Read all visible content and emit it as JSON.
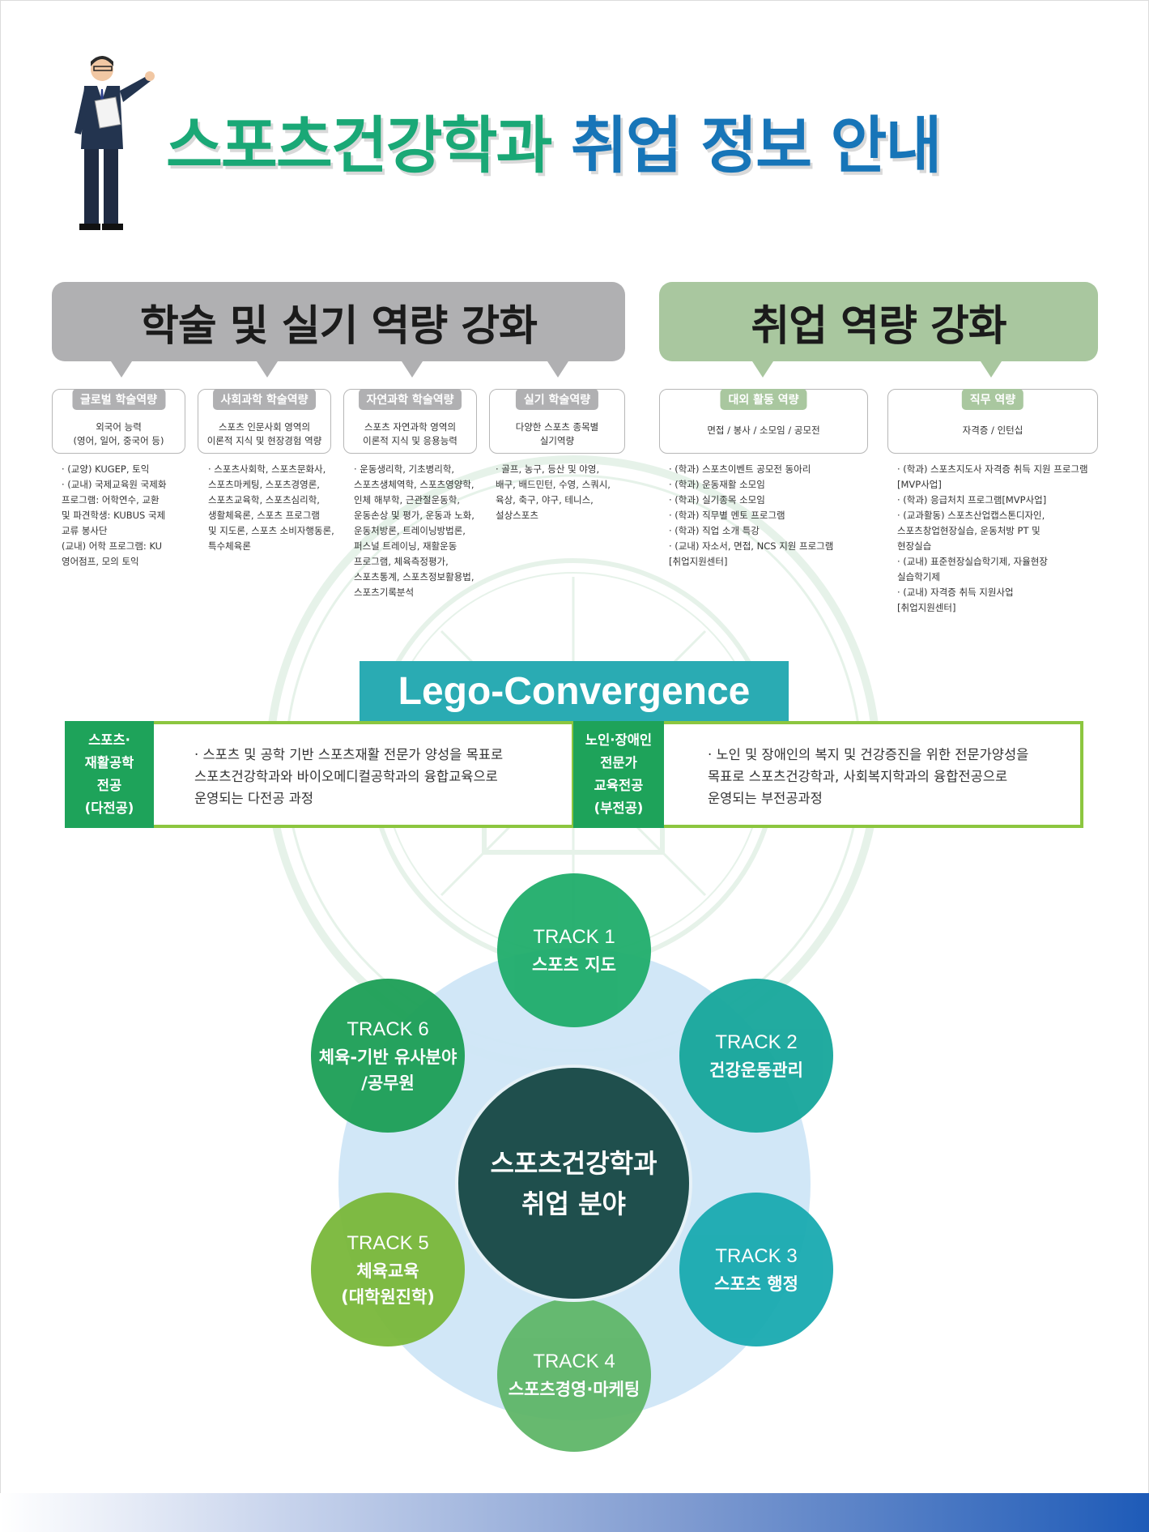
{
  "title": {
    "part1": "스포츠건강학과",
    "part2": "취업 정보 안내"
  },
  "colors": {
    "green": "#1aa876",
    "blue": "#1775b8",
    "gray_banner": "#b0b0b2",
    "green_banner": "#a9c79f",
    "lego_teal": "#2aabb3",
    "lego_green": "#1ea35a"
  },
  "banners": {
    "academic": "학술 및 실기 역량 강화",
    "employment": "취업 역량 강화"
  },
  "cards": [
    {
      "tag": "글로벌 학술역량",
      "desc": "외국어 능력\n(영어, 일어, 중국어 등)"
    },
    {
      "tag": "사회과학 학술역량",
      "desc": "스포츠 인문사회 영역의\n이론적 지식 및 현장경험 역량"
    },
    {
      "tag": "자연과학 학술역량",
      "desc": "스포츠 자연과학 영역의\n이론적 지식 및 응용능력"
    },
    {
      "tag": "실기 학술역량",
      "desc": "다양한 스포츠 종목별\n실기역량"
    },
    {
      "tag": "대외 활동 역량",
      "desc": "면접 / 봉사 / 소모임 / 공모전"
    },
    {
      "tag": "직무 역량",
      "desc": "자격증 / 인턴십"
    }
  ],
  "details": [
    [
      "· (교양) KUGEP, 토익",
      "· (교내) 국제교육원 국제화",
      "  프로그램: 어학연수, 교환",
      "  및 파견학생: KUBUS 국제",
      "  교류 봉사단",
      "  (교내) 어학 프로그램: KU",
      "  영어점프, 모의 토익"
    ],
    [
      "· 스포츠사회학, 스포츠문화사,",
      "  스포츠마케팅, 스포츠경영론,",
      "  스포츠교육학, 스포츠심리학,",
      "  생활체육론, 스포츠 프로그램",
      "  및 지도론, 스포츠 소비자행동론,",
      "  특수체육론"
    ],
    [
      "· 운동생리학, 기초병리학,",
      "  스포츠생체역학, 스포츠영양학,",
      "  인체 해부학, 근관절운동학,",
      "  운동손상 및 평가, 운동과 노화,",
      "  운동처방론, 트레이닝방법론,",
      "  퍼스널 트레이닝, 재활운동",
      "  프로그램, 체육측정평가,",
      "  스포츠통계, 스포츠정보활용법,",
      "  스포츠기록분석"
    ],
    [
      "· 골프, 농구, 등산 및 야영,",
      "  배구, 배드민턴, 수영, 스쿼시,",
      "  육상, 축구, 야구, 테니스,",
      "  설상스포츠"
    ],
    [
      "· (학과) 스포츠이벤트 공모전 동아리",
      "· (학과) 운동재활 소모임",
      "· (학과) 실기종목 소모임",
      "· (학과) 직무별 멘토 프로그램",
      "· (학과) 직업 소개 특강",
      "· (교내) 자소서, 면접, NCS 지원 프로그램",
      "  [취업지원센터]"
    ],
    [
      "· (학과) 스포츠지도사 자격증 취득 지원 프로그램",
      "  [MVP사업]",
      "· (학과) 응급처치 프로그램[MVP사업]",
      "· (교과활동) 스포츠산업캡스톤디자인,",
      "  스포츠창업현장실습, 운동처방 PT 및",
      "  현장실습",
      "· (교내) 표준현장실습학기제, 자율현장",
      "  실습학기제",
      "· (교내) 자격증 취득 지원사업",
      "  [취업지원센터]"
    ]
  ],
  "lego": {
    "title": "Lego-Convergence",
    "left_label": "스포츠·\n재활공학\n전공\n(다전공)",
    "left_text": "· 스포츠 및 공학 기반 스포츠재활 전문가 양성을 목표로\n  스포츠건강학과와 바이오메디컬공학과의 융합교육으로\n  운영되는 다전공 과정",
    "right_label": "노인·장애인\n전문가\n교육전공\n(부전공)",
    "right_text": "· 노인 및 장애인의 복지 및 건강증진을 위한 전문가양성을\n  목표로 스포츠건강학과, 사회복지학과의 융합전공으로\n  운영되는 부전공과정"
  },
  "center": {
    "line1": "스포츠건강학과",
    "line2": "취업 분야"
  },
  "tracks": [
    {
      "num": "TRACK 1",
      "name": "스포츠 지도",
      "color": "#20ad6b"
    },
    {
      "num": "TRACK 2",
      "name": "건강운동관리",
      "color": "#16a69b"
    },
    {
      "num": "TRACK 3",
      "name": "스포츠 행정",
      "color": "#19aab0"
    },
    {
      "num": "TRACK 4",
      "name": "스포츠경영·마케팅",
      "color": "#5fb668"
    },
    {
      "num": "TRACK 5",
      "name": "체육교육\n(대학원진학)",
      "color": "#7ab83a"
    },
    {
      "num": "TRACK 6",
      "name": "체육-기반 유사분야\n/공무원",
      "color": "#1c9f56"
    }
  ]
}
